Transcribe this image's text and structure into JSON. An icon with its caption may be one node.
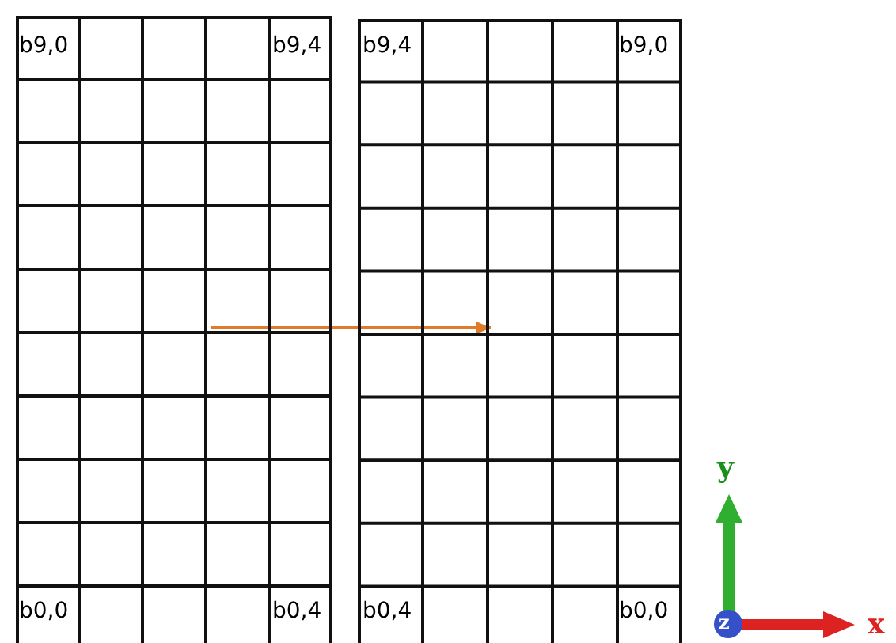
{
  "diagram": {
    "nodes": [
      {
        "text": [],
        "shape": "grid"
      },
      {
        "text": [],
        "shape": "grid"
      }
    ],
    "edges": [
      {
        "from": 0,
        "to": 1,
        "arrow": "to",
        "color": "#e07b2a"
      }
    ],
    "labels": [
      "b9,0",
      "b9,4",
      "b9,4",
      "b9,0",
      "b0,0",
      "b0,4",
      "b0,4",
      "b0,0",
      "y",
      "z",
      "x"
    ]
  }
}
